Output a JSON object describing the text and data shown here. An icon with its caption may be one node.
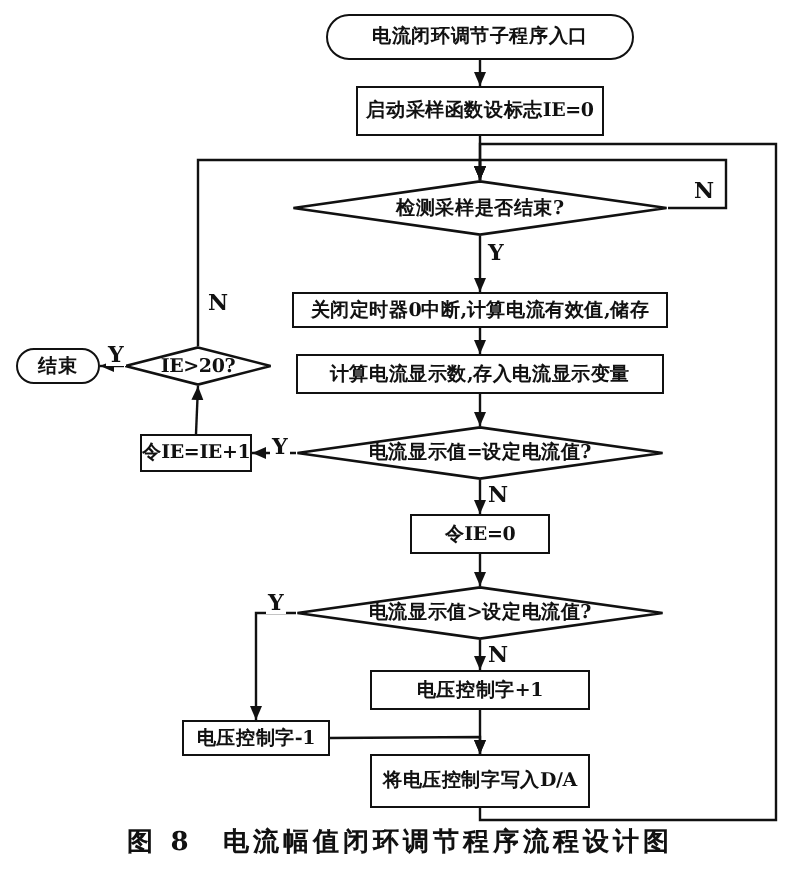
{
  "diagram": {
    "caption": "图 8　电流幅值闭环调节程序流程设计图",
    "nodes": [
      {
        "text": [
          "电流闭环调节子程序入口"
        ]
      },
      {
        "text": [
          "启动采样函数设标志IE=0"
        ]
      },
      {
        "text": [
          "检测采样是否结束?"
        ]
      },
      {
        "text": [
          "关闭定时器0中断,计算电流有效值,储存"
        ]
      },
      {
        "text": [
          "计算电流显示数,存入电流显示变量"
        ]
      },
      {
        "text": [
          "电流显示值=设定电流值?"
        ]
      },
      {
        "text": [
          "令IE=0"
        ]
      },
      {
        "text": [
          "电流显示值>设定电流值?"
        ]
      },
      {
        "text": [
          "电压控制字+1"
        ]
      },
      {
        "text": [
          "电压控制字-1"
        ]
      },
      {
        "text": [
          "将电压控制字写入D/A"
        ]
      },
      {
        "text": [
          "令IE=IE+1"
        ]
      },
      {
        "text": [
          "IE>20?"
        ]
      },
      {
        "text": [
          "结束"
        ]
      }
    ],
    "edges": [
      {
        "from": 0,
        "to": 1,
        "arrow": "to"
      },
      {
        "from": 1,
        "to": 2,
        "arrow": "to"
      },
      {
        "from": 2,
        "to": 2,
        "arrow": "to",
        "label": "N"
      },
      {
        "from": 2,
        "to": 3,
        "arrow": "to",
        "label": "Y"
      },
      {
        "from": 3,
        "to": 4,
        "arrow": "to"
      },
      {
        "from": 4,
        "to": 5,
        "arrow": "to"
      },
      {
        "from": 5,
        "to": 11,
        "arrow": "to",
        "label": "Y"
      },
      {
        "from": 5,
        "to": 6,
        "arrow": "to",
        "label": "N"
      },
      {
        "from": 6,
        "to": 7,
        "arrow": "to"
      },
      {
        "from": 7,
        "to": 9,
        "arrow": "to",
        "label": "Y"
      },
      {
        "from": 7,
        "to": 8,
        "arrow": "to",
        "label": "N"
      },
      {
        "from": 8,
        "to": 10,
        "arrow": "to"
      },
      {
        "from": 9,
        "to": 10,
        "arrow": "to"
      },
      {
        "from": 10,
        "to": 2,
        "arrow": "to"
      },
      {
        "from": 11,
        "to": 12,
        "arrow": "to"
      },
      {
        "from": 12,
        "to": 13,
        "arrow": "to",
        "label": "Y"
      },
      {
        "from": 12,
        "to": 2,
        "arrow": "to",
        "label": "N"
      }
    ]
  }
}
